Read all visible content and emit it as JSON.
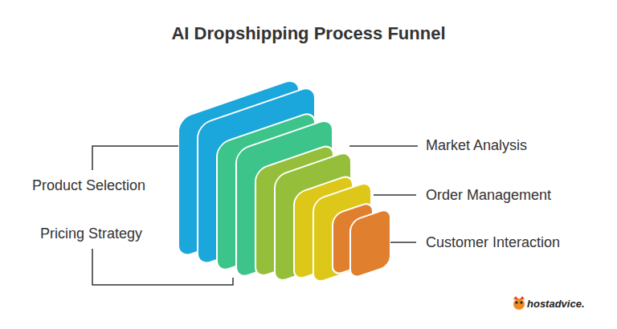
{
  "diagram": {
    "title": "AI Dropshipping Process Funnel",
    "labels": [
      "Product Selection",
      "Pricing Strategy",
      "Market Analysis",
      "Order Management",
      "Customer Interaction",
      "hostadvice."
    ]
  }
}
